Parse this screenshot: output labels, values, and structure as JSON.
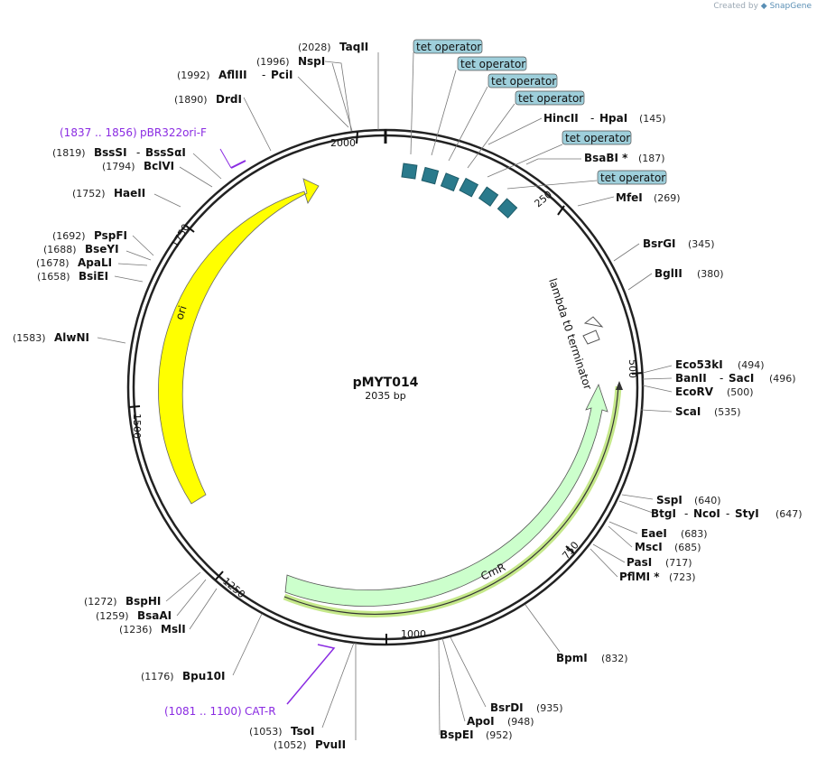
{
  "credit": {
    "prefix": "Created by",
    "brand": "SnapGene"
  },
  "plasmid": {
    "name": "pMYT014",
    "length_label": "2035 bp",
    "length": 2035
  },
  "ticks": [
    "2000",
    "250",
    "500",
    "750",
    "1000",
    "1250",
    "1500",
    "1750"
  ],
  "features": {
    "tet_operator_label": "tet operator",
    "ori": "ori",
    "cmr": "CmR",
    "terminator": "lambda t0 terminator"
  },
  "sites_right": [
    {
      "name": "TaqII",
      "pos": "(2028)"
    },
    {
      "name": "HincII",
      "pos": "(145)",
      "alt": "HpaI"
    },
    {
      "name": "BsaBI *",
      "pos": "(187)"
    },
    {
      "name": "MfeI",
      "pos": "(269)"
    },
    {
      "name": "BsrGI",
      "pos": "(345)"
    },
    {
      "name": "BglII",
      "pos": "(380)"
    },
    {
      "name": "Eco53kI",
      "pos": "(494)"
    },
    {
      "name": "BanII",
      "pos": "(496)",
      "alt": "SacI"
    },
    {
      "name": "EcoRV",
      "pos": "(500)"
    },
    {
      "name": "ScaI",
      "pos": "(535)"
    },
    {
      "name": "SspI",
      "pos": "(640)"
    },
    {
      "name": "BtgI",
      "pos": "(647)",
      "alt": "NcoI",
      "alt2": "StyI"
    },
    {
      "name": "EaeI",
      "pos": "(683)"
    },
    {
      "name": "MscI",
      "pos": "(685)"
    },
    {
      "name": "PasI",
      "pos": "(717)"
    },
    {
      "name": "PflMI *",
      "pos": "(723)"
    },
    {
      "name": "BpmI",
      "pos": "(832)"
    },
    {
      "name": "BsrDI",
      "pos": "(935)"
    },
    {
      "name": "ApoI",
      "pos": "(948)"
    },
    {
      "name": "BspEI",
      "pos": "(952)"
    }
  ],
  "sites_left": [
    {
      "name": "NspI",
      "pos": "(1996)"
    },
    {
      "name": "AflIII",
      "pos": "(1992)",
      "alt": "PciI"
    },
    {
      "name": "DrdI",
      "pos": "(1890)"
    },
    {
      "name": "BssSI",
      "pos": "(1819)",
      "alt": "BssSαI"
    },
    {
      "name": "BclVI",
      "pos": "(1794)"
    },
    {
      "name": "HaeII",
      "pos": "(1752)"
    },
    {
      "name": "PspFI",
      "pos": "(1692)"
    },
    {
      "name": "BseYI",
      "pos": "(1688)"
    },
    {
      "name": "ApaLI",
      "pos": "(1678)"
    },
    {
      "name": "BsiEI",
      "pos": "(1658)"
    },
    {
      "name": "AlwNI",
      "pos": "(1583)"
    },
    {
      "name": "BspHI",
      "pos": "(1272)"
    },
    {
      "name": "BsaAI",
      "pos": "(1259)"
    },
    {
      "name": "MslI",
      "pos": "(1236)"
    },
    {
      "name": "Bpu10I",
      "pos": "(1176)"
    },
    {
      "name": "TsoI",
      "pos": "(1053)"
    },
    {
      "name": "PvuII",
      "pos": "(1052)"
    }
  ],
  "primers": [
    {
      "range": "(1837 .. 1856)",
      "name": "pBR322ori-F"
    },
    {
      "range": "(1081 .. 1100)",
      "name": "CAT-R"
    }
  ],
  "colors": {
    "tet_operator": "#2a7a8c",
    "tet_label_bg": "#9ecfdb",
    "ori": "#ffff00",
    "cmr": "#ccffcc",
    "cmr_highlight": "#c5e88a",
    "primer": "#8a2be2"
  }
}
